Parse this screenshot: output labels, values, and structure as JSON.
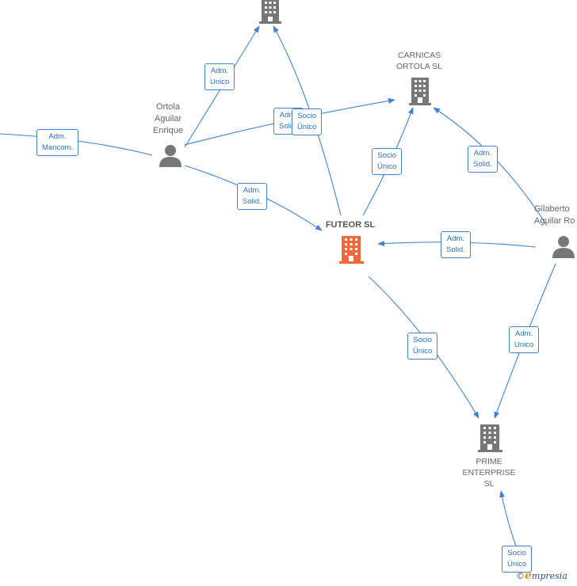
{
  "nodes": {
    "top_company": {
      "label": ""
    },
    "carnicas": {
      "label": "CARNICAS\nORTOLA  SL"
    },
    "ortola": {
      "label": "Ortola\nAguilar\nEnrique"
    },
    "futeor": {
      "label": "FUTEOR  SL"
    },
    "gilaberto": {
      "label": "Gilaberto\nAguilar Ro"
    },
    "prime": {
      "label": "PRIME\nENTERPRISE\nSL"
    }
  },
  "relations": {
    "r1": "Adm.\nUnico",
    "r2": "Adm.\nSolid.",
    "r3": "Socio\nÚnico",
    "r4": "Adm.\nMancom.",
    "r5": "Socio\nÚnico",
    "r6": "Adm.\nSolid.",
    "r7": "Adm.\nSolid.",
    "r8": "Adm.\nSolid.",
    "r9": "Socio\nÚnico",
    "r10": "Adm.\nUnico",
    "r11": "Socio\nÚnico"
  },
  "colors": {
    "edge": "#3f84d4",
    "building": "#777777",
    "building_focus": "#f0673a",
    "person": "#777777"
  },
  "brand": {
    "symbol": "©",
    "initial": "e",
    "rest": "mpresia"
  }
}
